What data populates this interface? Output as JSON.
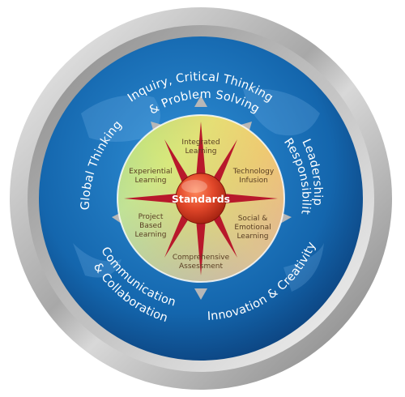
{
  "outer_ring": {
    "top": "Inquiry, Critical Thinking",
    "top2": "& Problem Solving",
    "right": "Leadership",
    "right2": "& Responsibility",
    "bottom_right": "Innovation & Creativity",
    "bottom_left": "Communication",
    "bottom_left2": "& Collaboration",
    "left": "Global Thinking"
  },
  "inner_ring": {
    "integrated": [
      "Integrated",
      "Learning"
    ],
    "technology": [
      "Technology",
      "Infusion"
    ],
    "social": [
      "Social &",
      "Emotional",
      "Learning"
    ],
    "assessment": [
      "Comprehensive",
      "Assessment"
    ],
    "project": [
      "Project",
      "Based",
      "Learning"
    ],
    "experiential": [
      "Experiential",
      "Learning"
    ]
  },
  "center": {
    "label": "Standards"
  },
  "colors": {
    "bezel": "#b9b9b9",
    "ring_blue": "#1b6fb6",
    "ring_dark": "#0b3f7a",
    "center_red": "#d43a1d",
    "star_red": "#b8182b"
  }
}
